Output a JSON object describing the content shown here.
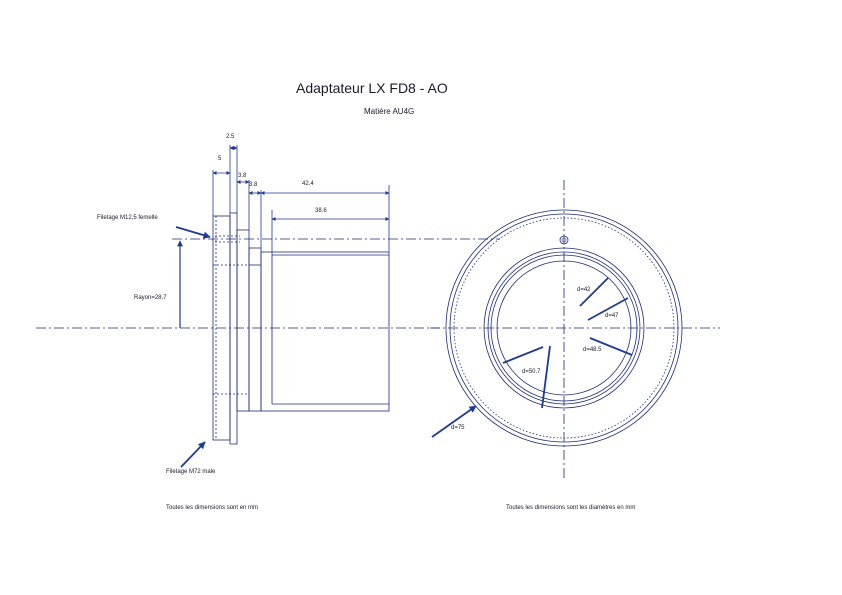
{
  "title": "Adaptateur LX FD8 - AO",
  "material": "Matière AU4G",
  "side_view": {
    "dims": {
      "d25": "2.5",
      "d5": "5",
      "d38a": "3.8",
      "d38b": "3.8",
      "d424": "42.4",
      "d386": "38.6"
    },
    "thread_female": "Filetage M12,5 femelle",
    "thread_male": "Filetage M72 male",
    "radius": "Rayon=28,7",
    "note": "Toutes les dimensions sont en mm"
  },
  "front_view": {
    "d42": "d=42",
    "d47": "d=47",
    "d485": "d=48.5",
    "d507": "d=50.7",
    "d75": "d=75",
    "note": "Toutes les dimensions sont les diamètres en mm"
  },
  "colors": {
    "line": "#1e2b7a",
    "arrow": "#1f3a93"
  }
}
